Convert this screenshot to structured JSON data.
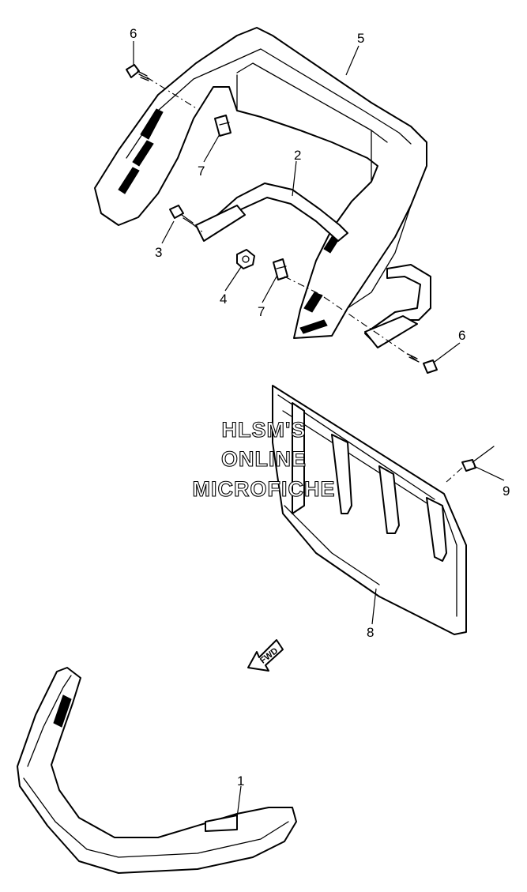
{
  "callouts": {
    "c1": "1",
    "c2": "2",
    "c3": "3",
    "c4": "4",
    "c5": "5",
    "c6a": "6",
    "c6b": "6",
    "c7a": "7",
    "c7b": "7",
    "c8": "8",
    "c9": "9"
  },
  "direction_label": "FWD",
  "watermark": {
    "line1": "HLSM'S",
    "line2": "ONLINE",
    "line3": "MICROFICHE"
  }
}
